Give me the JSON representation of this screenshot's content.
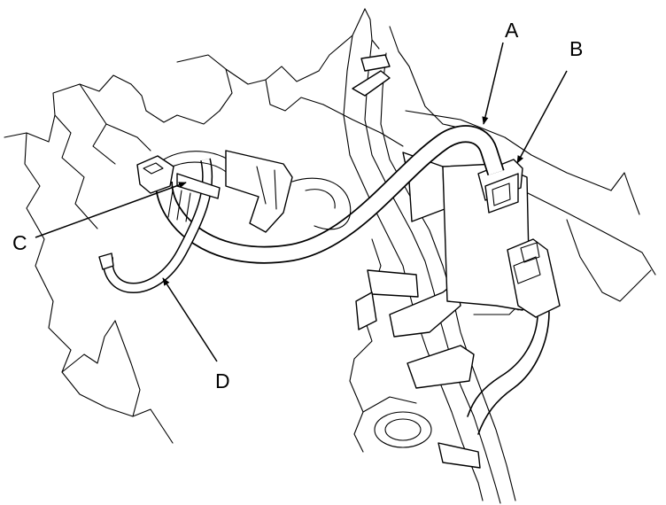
{
  "callouts": [
    {
      "id": "A",
      "text": "A"
    },
    {
      "id": "B",
      "text": "B"
    },
    {
      "id": "C",
      "text": "C"
    },
    {
      "id": "D",
      "text": "D"
    }
  ]
}
